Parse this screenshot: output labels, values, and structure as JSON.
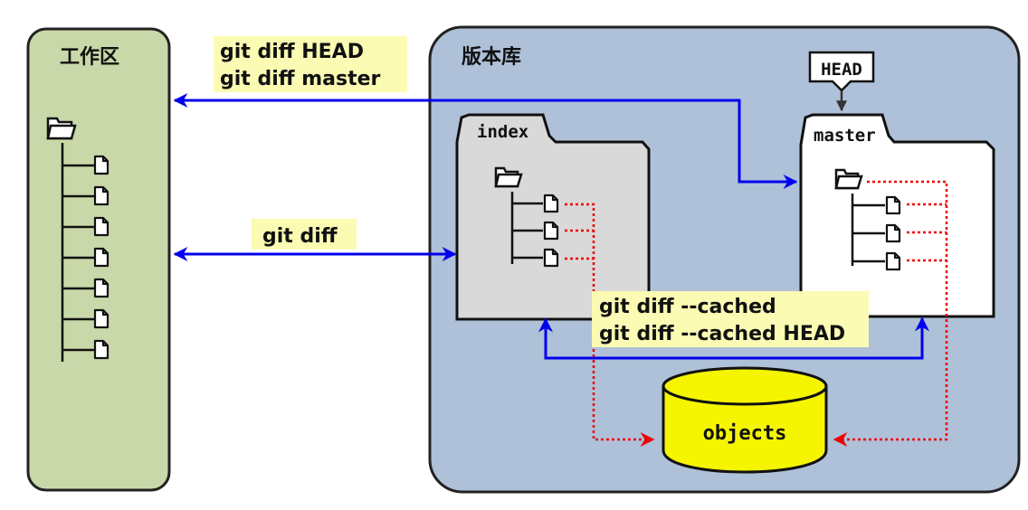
{
  "workspace": {
    "title": "工作区",
    "file_count": 7
  },
  "repository": {
    "title": "版本库"
  },
  "head_label": "HEAD",
  "index_box": {
    "tab_label": "index",
    "file_count": 3
  },
  "master_box": {
    "tab_label": "master",
    "file_count": 3
  },
  "objects_label": "objects",
  "commands": {
    "head_master": [
      "git diff  HEAD",
      "git diff  master"
    ],
    "worktree_index": "git diff",
    "cached": [
      "git diff --cached",
      "git diff --cached HEAD"
    ]
  },
  "colors": {
    "workspace_fill": "#c9d8a8",
    "repository_fill": "#aec1d8",
    "index_fill": "#d9d9d9",
    "master_fill": "#ffffff",
    "objects_fill": "#f5f500",
    "label_highlight": "#fbfbb4",
    "blue_arrow": "#0000ee",
    "red_dotted": "#ee0000"
  }
}
